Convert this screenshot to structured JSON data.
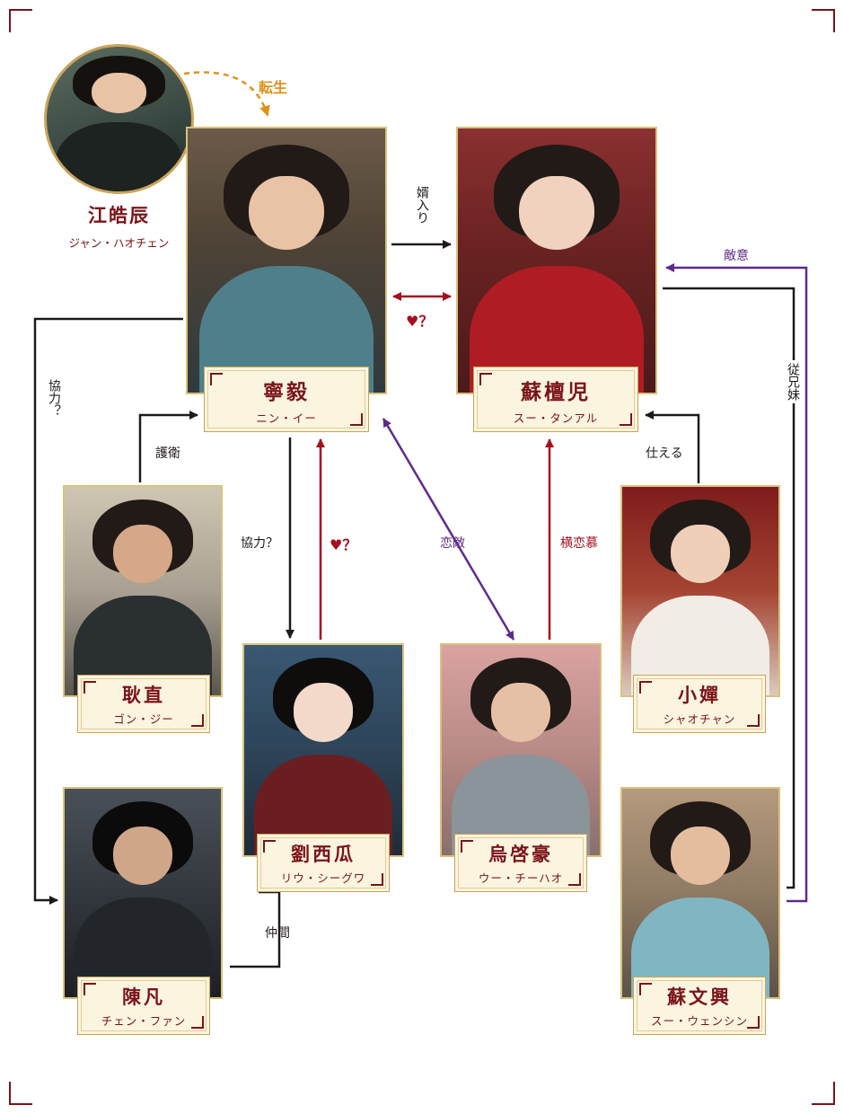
{
  "colors": {
    "frame": "#7a1419",
    "gold": "#c9a45a",
    "card_bg": "#fbf4df",
    "black": "#1e1a1a",
    "red": "#a50f1e",
    "purple": "#5e2b8b",
    "orange": "#e0911d"
  },
  "people": {
    "jiang": {
      "kanji": "江皓辰",
      "kana": "ジャン・ハオチェン"
    },
    "ning": {
      "kanji": "寧毅",
      "kana": "ニン・イー"
    },
    "su_tan": {
      "kanji": "蘇檀児",
      "kana": "スー・タンアル"
    },
    "gen": {
      "kanji": "耿直",
      "kana": "ゴン・ジー"
    },
    "liu": {
      "kanji": "劉西瓜",
      "kana": "リウ・シーグワ"
    },
    "wu": {
      "kanji": "烏啓豪",
      "kana": "ウー・チーハオ"
    },
    "xiao": {
      "kanji": "小嬋",
      "kana": "シャオチャン"
    },
    "chen": {
      "kanji": "陳凡",
      "kana": "チェン・ファン"
    },
    "su_wen": {
      "kanji": "蘇文興",
      "kana": "スー・ウェンシン"
    }
  },
  "relations": {
    "reincarnation": "転生",
    "marry_in": "婿入り",
    "love_q": "♥？",
    "enmity": "敵意",
    "cousins": "従兄妹",
    "coop_q_vertical": "協力？",
    "guard": "護衛",
    "serve": "仕える",
    "coop_q": "協力？",
    "love_q2": "♥？",
    "rival": "恋敵",
    "one_sided": "横恋慕",
    "companion": "仲間"
  }
}
